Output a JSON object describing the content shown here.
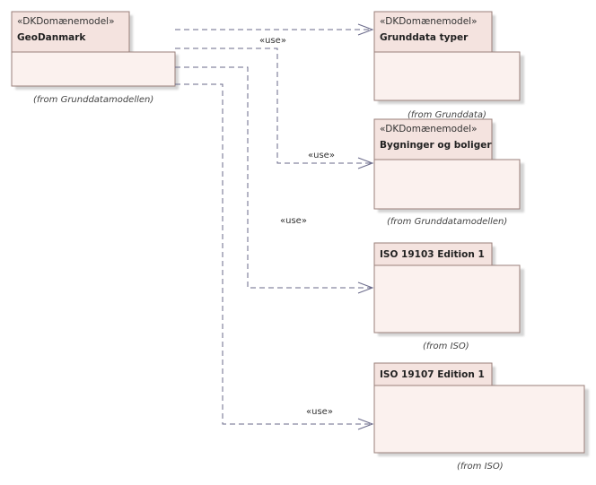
{
  "packages": {
    "geodanmark": {
      "stereotype": "«DKDomænemodel»",
      "name": "GeoDanmark",
      "from": "(from Grunddatamodellen)"
    },
    "grunddata_typer": {
      "stereotype": "«DKDomænemodel»",
      "name": "Grunddata typer",
      "from": "(from Grunddata)"
    },
    "bygninger": {
      "stereotype": "«DKDomænemodel»",
      "name": "Bygninger og boliger",
      "from": "(from Grunddatamodellen)"
    },
    "iso19103": {
      "name": "ISO 19103 Edition 1",
      "from": "(from ISO)"
    },
    "iso19107": {
      "name": "ISO 19107 Edition 1",
      "from": "(from ISO)"
    }
  },
  "edges": {
    "to_grunddata": {
      "label": "«use»"
    },
    "to_bygninger": {
      "label": "«use»"
    },
    "to_iso19103": {
      "label": "«use»"
    },
    "to_iso19107": {
      "label": "«use»"
    }
  }
}
